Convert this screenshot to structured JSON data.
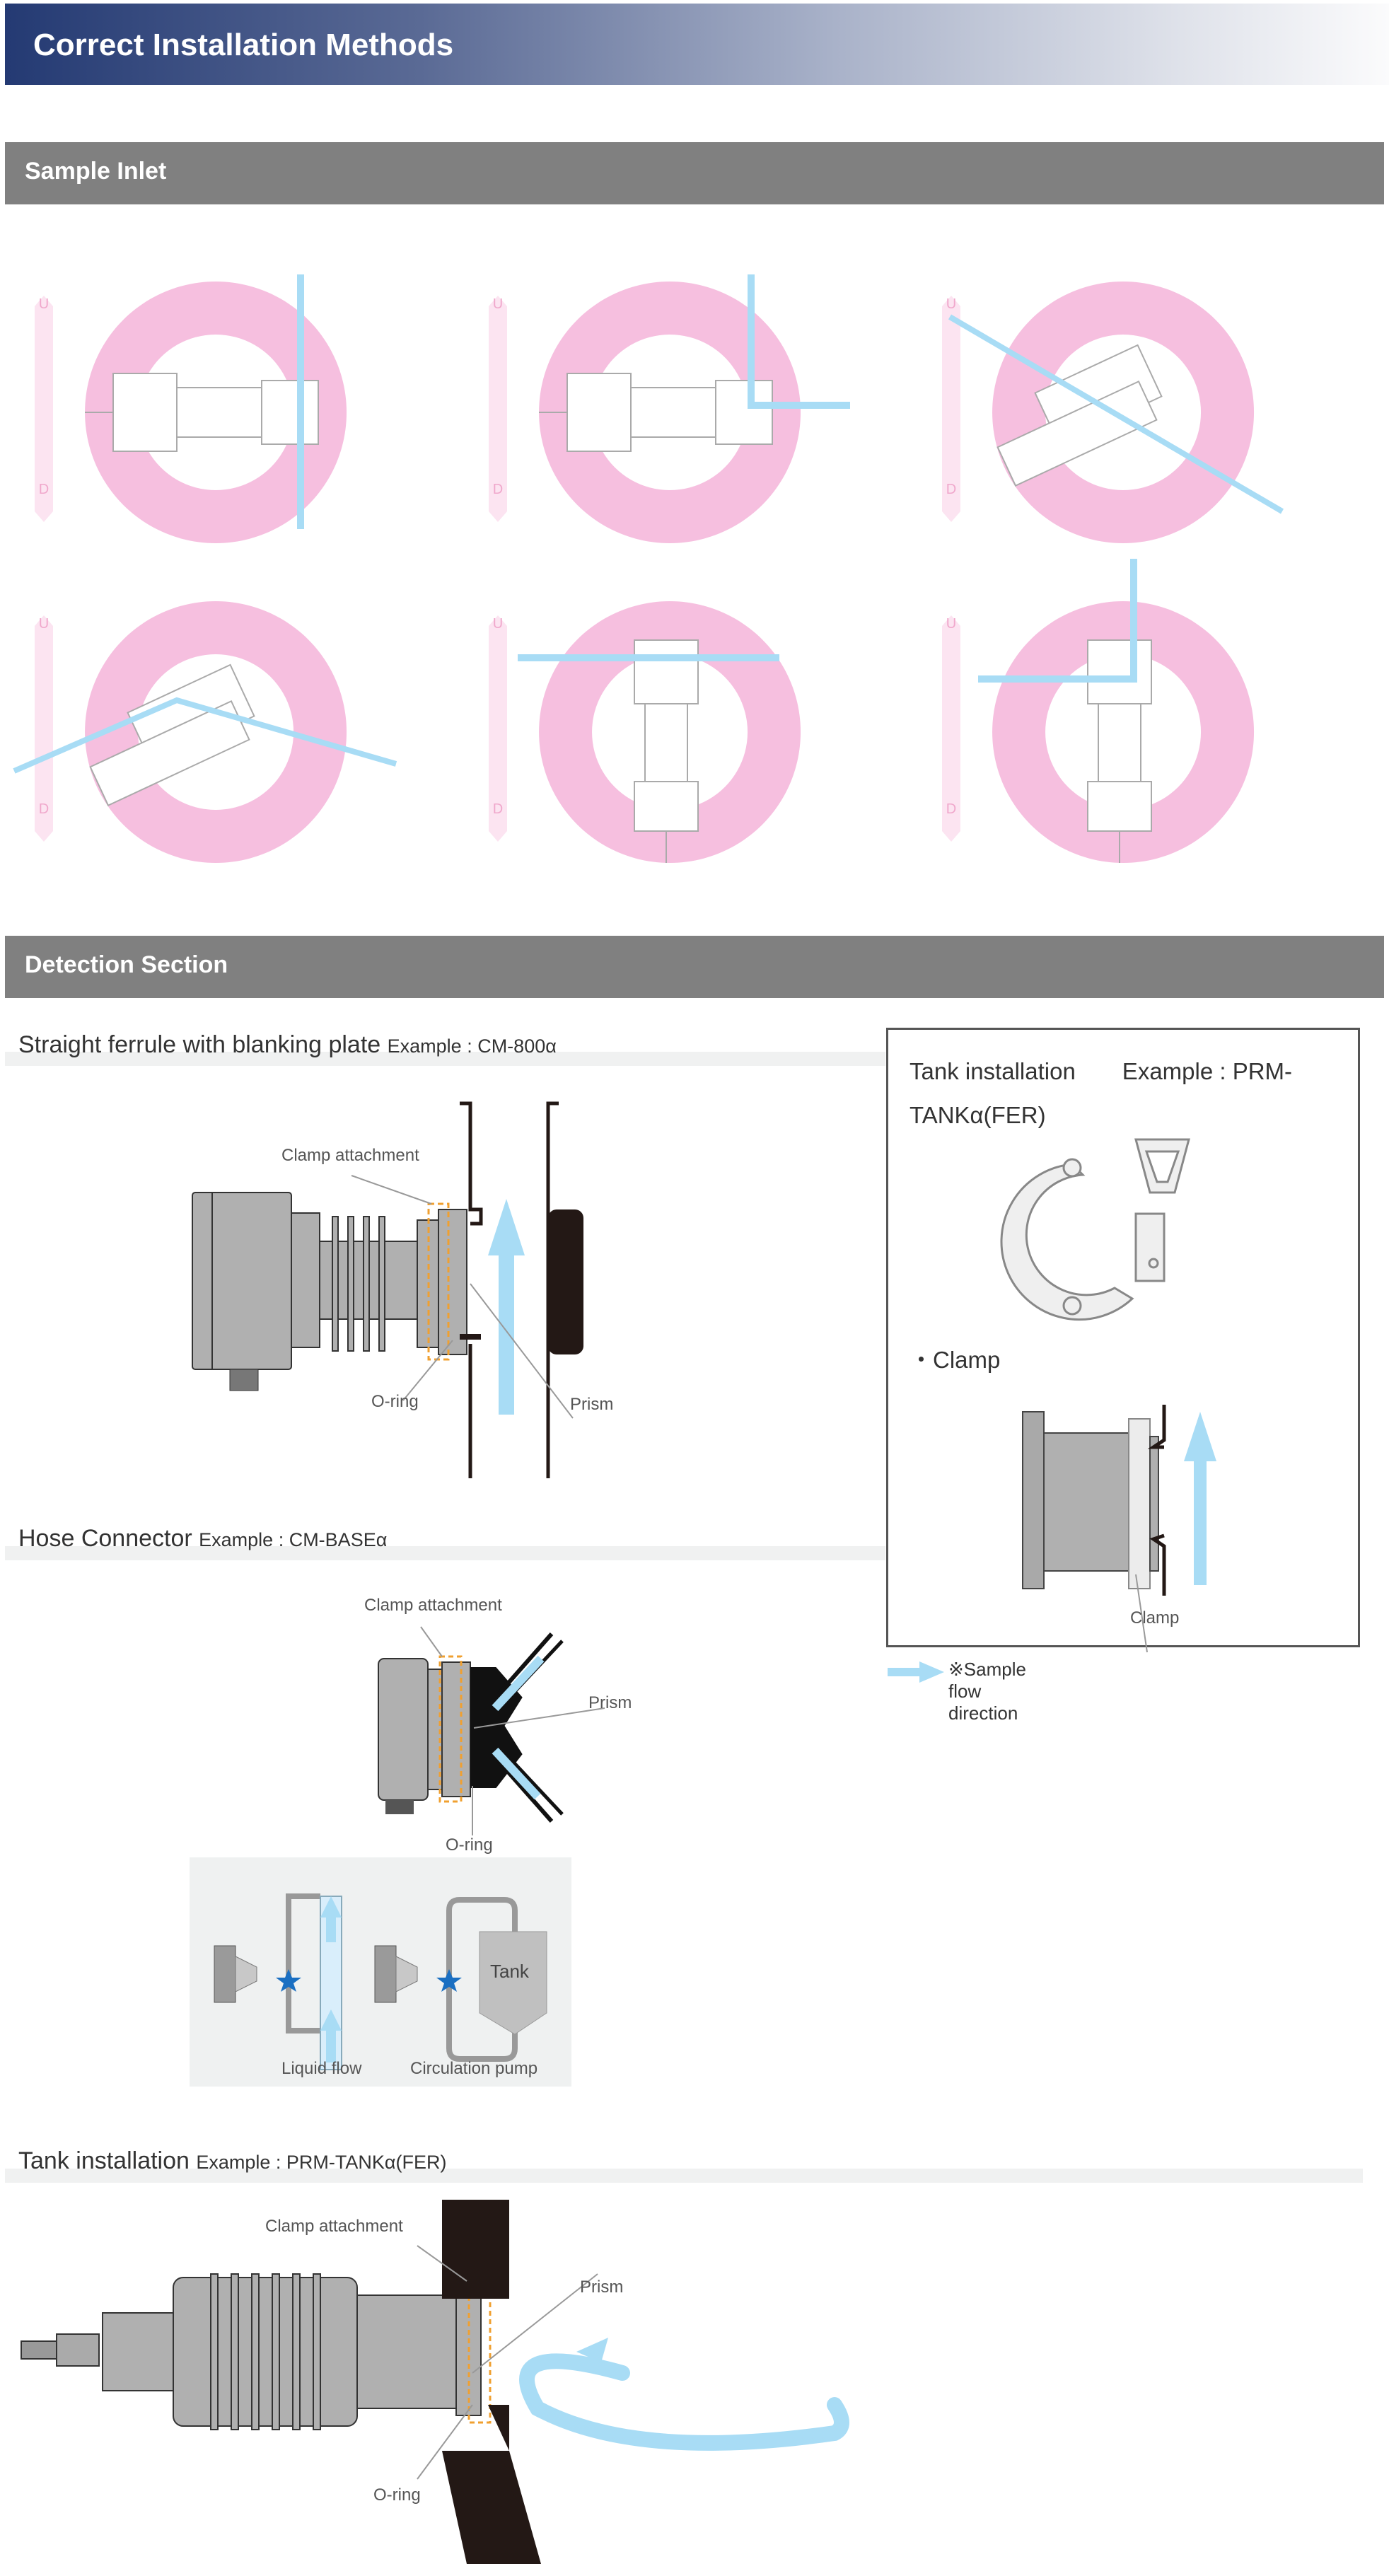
{
  "page_title": "Correct Installation Methods",
  "sections": {
    "sample_inlet": {
      "heading": "Sample Inlet",
      "up_label": "U",
      "down_label": "D",
      "diagrams": [
        {
          "orientation": "horizontal-sensor-vertical-tee"
        },
        {
          "orientation": "horizontal-sensor-elbow"
        },
        {
          "orientation": "angled-tee-isometric"
        },
        {
          "orientation": "angled-elbow-isometric"
        },
        {
          "orientation": "vertical-sensor-horizontal-tee"
        },
        {
          "orientation": "vertical-sensor-elbow"
        }
      ]
    },
    "detection": {
      "heading": "Detection Section",
      "straight_ferrule": {
        "title": "Straight ferrule with blanking plate",
        "example": "Example : CM-800α",
        "labels": {
          "clamp": "Clamp attachment",
          "oring": "O-ring",
          "prism": "Prism"
        }
      },
      "hose_connector": {
        "title": "Hose Connector",
        "example": "Example : CM-BASEα",
        "labels": {
          "clamp": "Clamp attachment",
          "oring": "O-ring",
          "prism": "Prism"
        },
        "inset": {
          "liquid_flow": "Liquid flow",
          "circulation_pump": "Circulation pump",
          "tank": "Tank"
        }
      },
      "tank_box": {
        "title": "Tank installation　　Example : PRM-TANKα(FER)",
        "bullet": "・Clamp",
        "clamp_label": "Clamp"
      },
      "legend": "※Sample flow direction",
      "tank_installation": {
        "title": "Tank installation",
        "example": "Example : PRM-TANKα(FER)",
        "labels": {
          "clamp": "Clamp attachment",
          "oring": "O-ring",
          "prism": "Prism"
        }
      }
    }
  },
  "colors": {
    "flow_arrow": "#a8dcf5",
    "pink_zone": "#f6bfdf",
    "clamp_outline": "#f0a030",
    "section_bar": "#808080",
    "title_gradient_start": "#243a73"
  }
}
